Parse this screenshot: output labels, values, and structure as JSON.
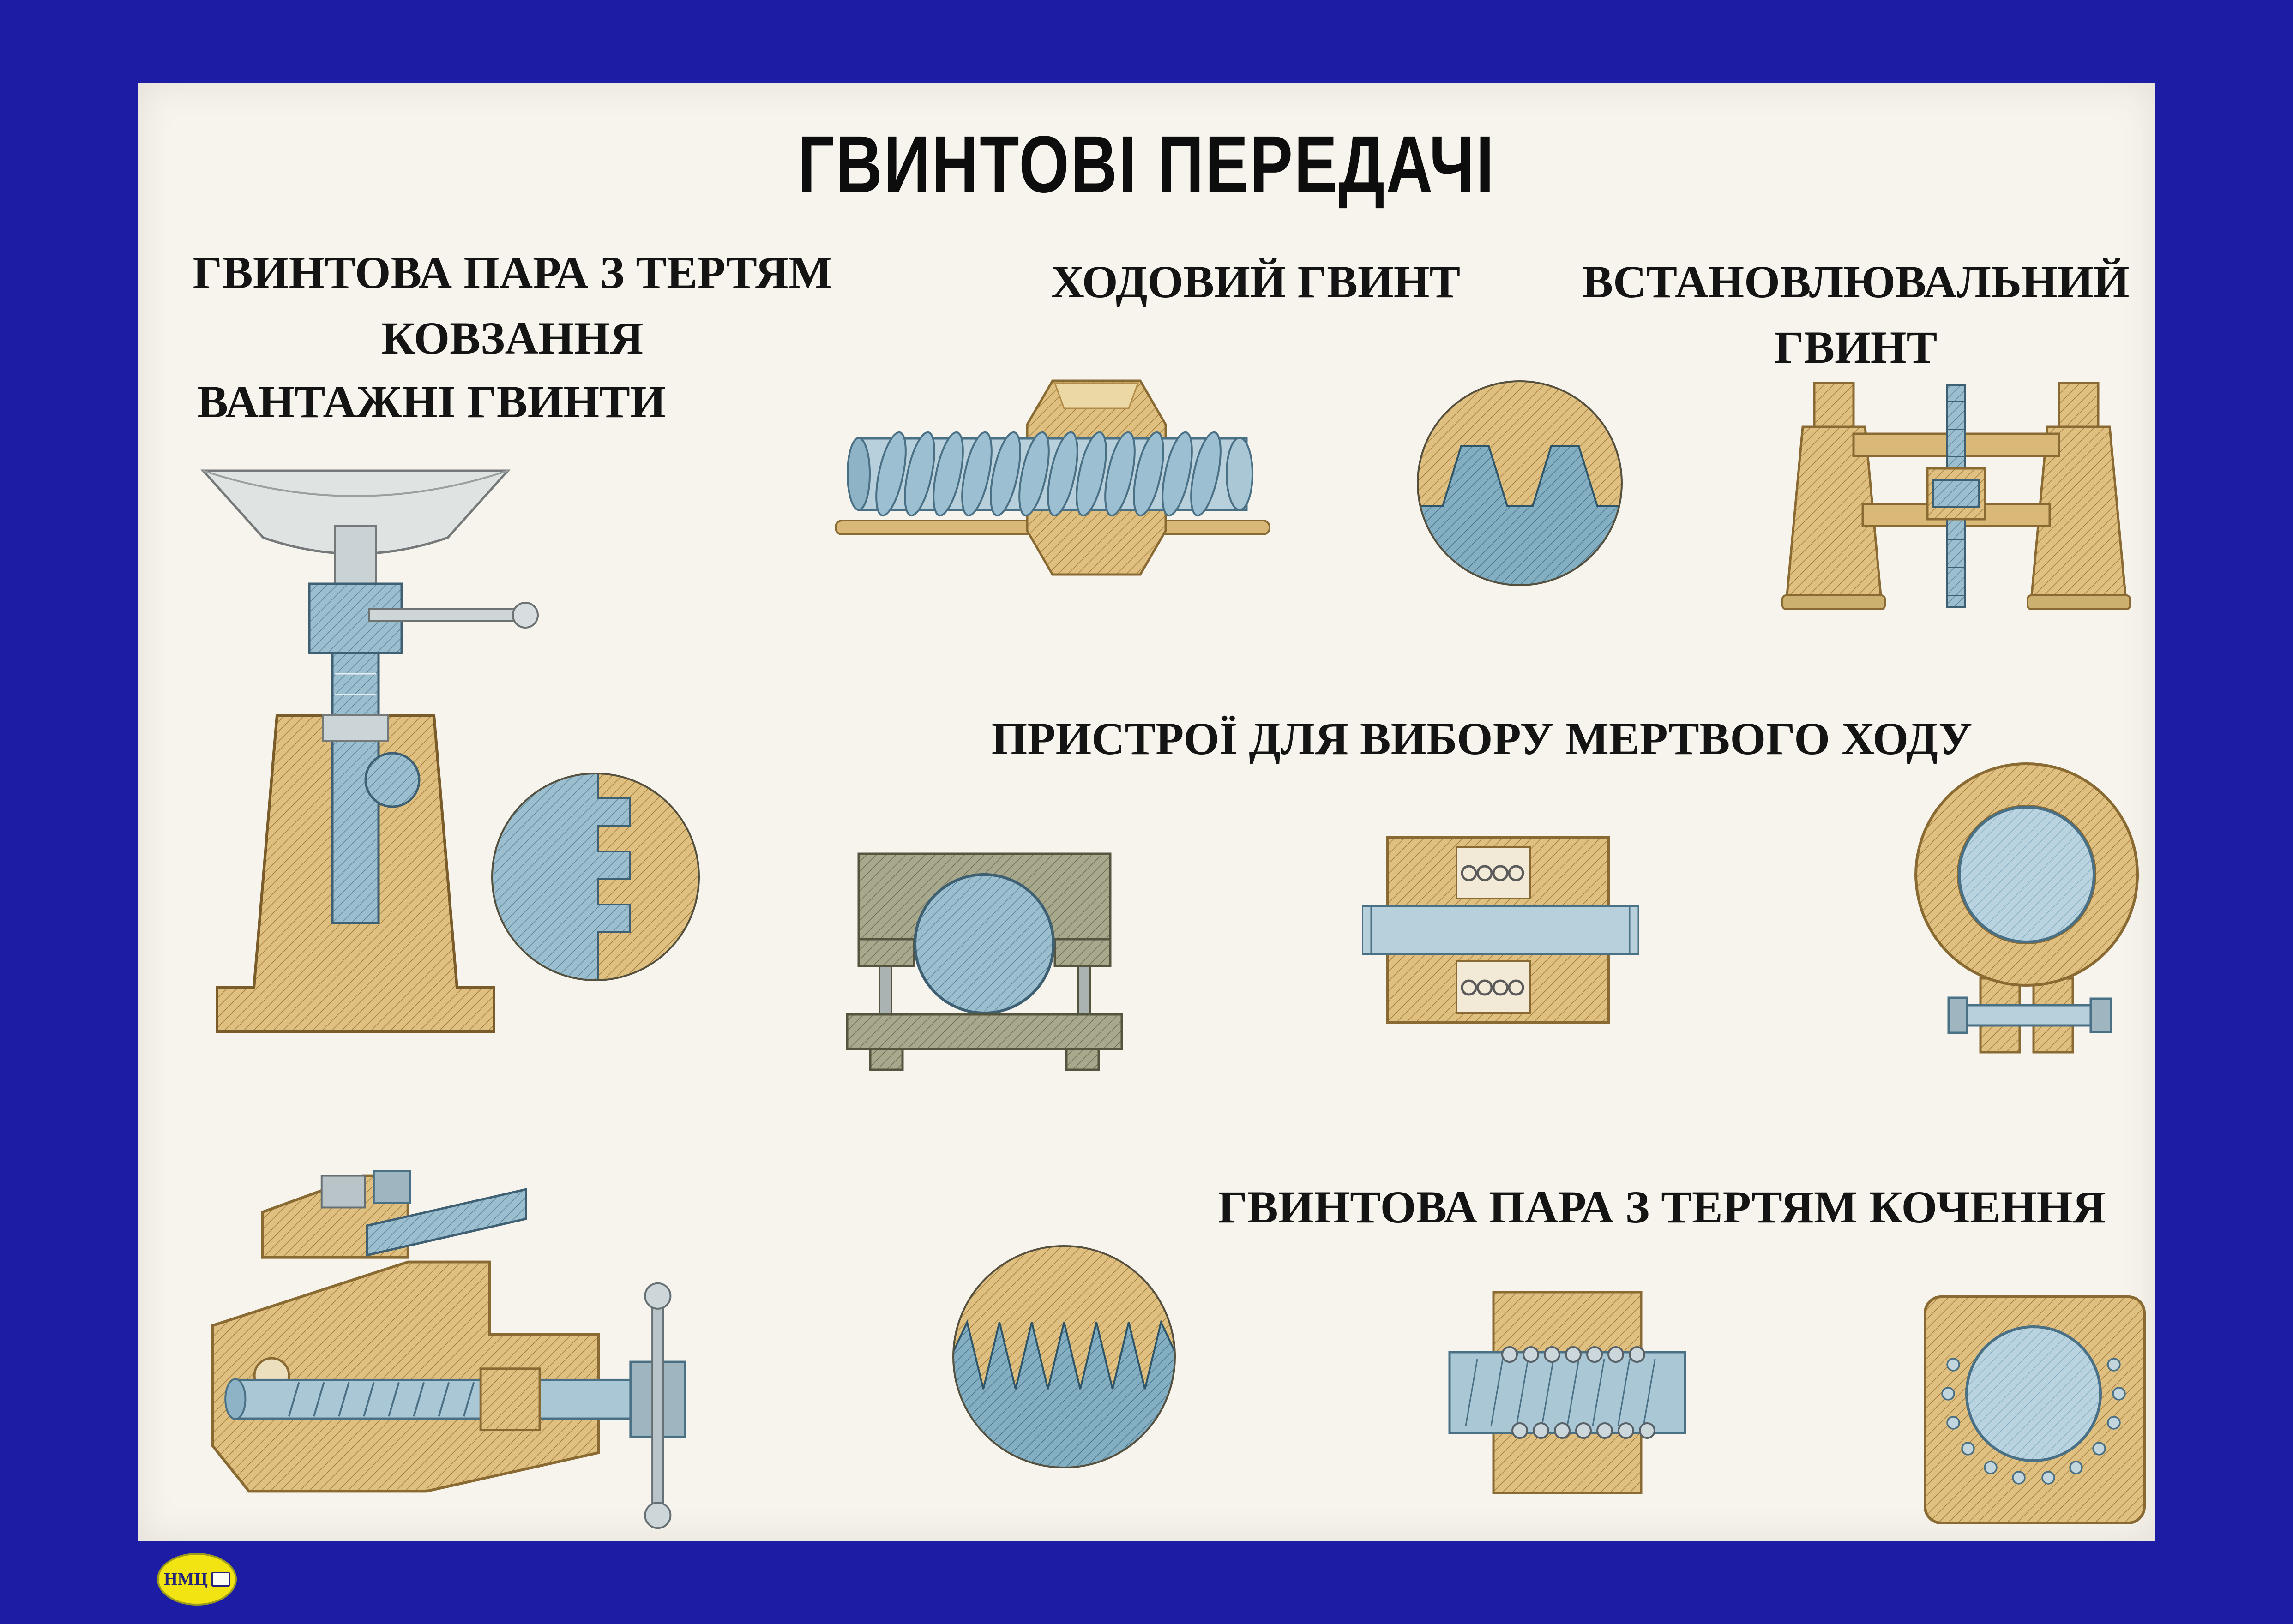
{
  "poster": {
    "title": "ГВИНТОВІ ПЕРЕДАЧІ",
    "labels": {
      "sliding_pair": "ГВИНТОВА ПАРА З ТЕРТЯМ КОВЗАННЯ",
      "load_screws": "ВАНТАЖНІ ГВИНТИ",
      "lead_screw": "ХОДОВИЙ ГВИНТ",
      "set_screw": "ВСТАНОВЛЮВАЛЬНИЙ ГВИНТ",
      "backlash_devices": "ПРИСТРОЇ ДЛЯ ВИБОРУ МЕРТВОГО ХОДУ",
      "rolling_pair": "ГВИНТОВА ПАРА З ТЕРТЯМ КОЧЕННЯ"
    },
    "logo_text": "НМЦ",
    "figures": {
      "screw_jack": "screw-jack-illustration",
      "sliding_thread_section": "square-thread-profile-circle",
      "lead_screw_nut": "lead-screw-with-nut-illustration",
      "trapezoid_thread_section": "trapezoidal-thread-profile-circle",
      "binoculars": "binoculars-adjusting-screw-illustration",
      "split_nut_device": "split-nut-backlash-device",
      "spring_device": "spring-loaded-backlash-device",
      "clamp_ring_device": "clamp-ring-backlash-device",
      "bench_vise": "bench-vise-illustration",
      "sharp_thread_section": "sharp-thread-profile-circle",
      "ball_screw_section": "ball-screw-section-illustration",
      "ball_nut_return": "ball-nut-return-channel-illustration"
    },
    "colors": {
      "frame": "#1c1ca4",
      "paper": "#f7f4ed",
      "tan": "#e0c080",
      "blue_steel": "#9cbfd0",
      "olive": "#a8a88c",
      "logo_yellow": "#f2e313",
      "text": "#141414"
    }
  }
}
